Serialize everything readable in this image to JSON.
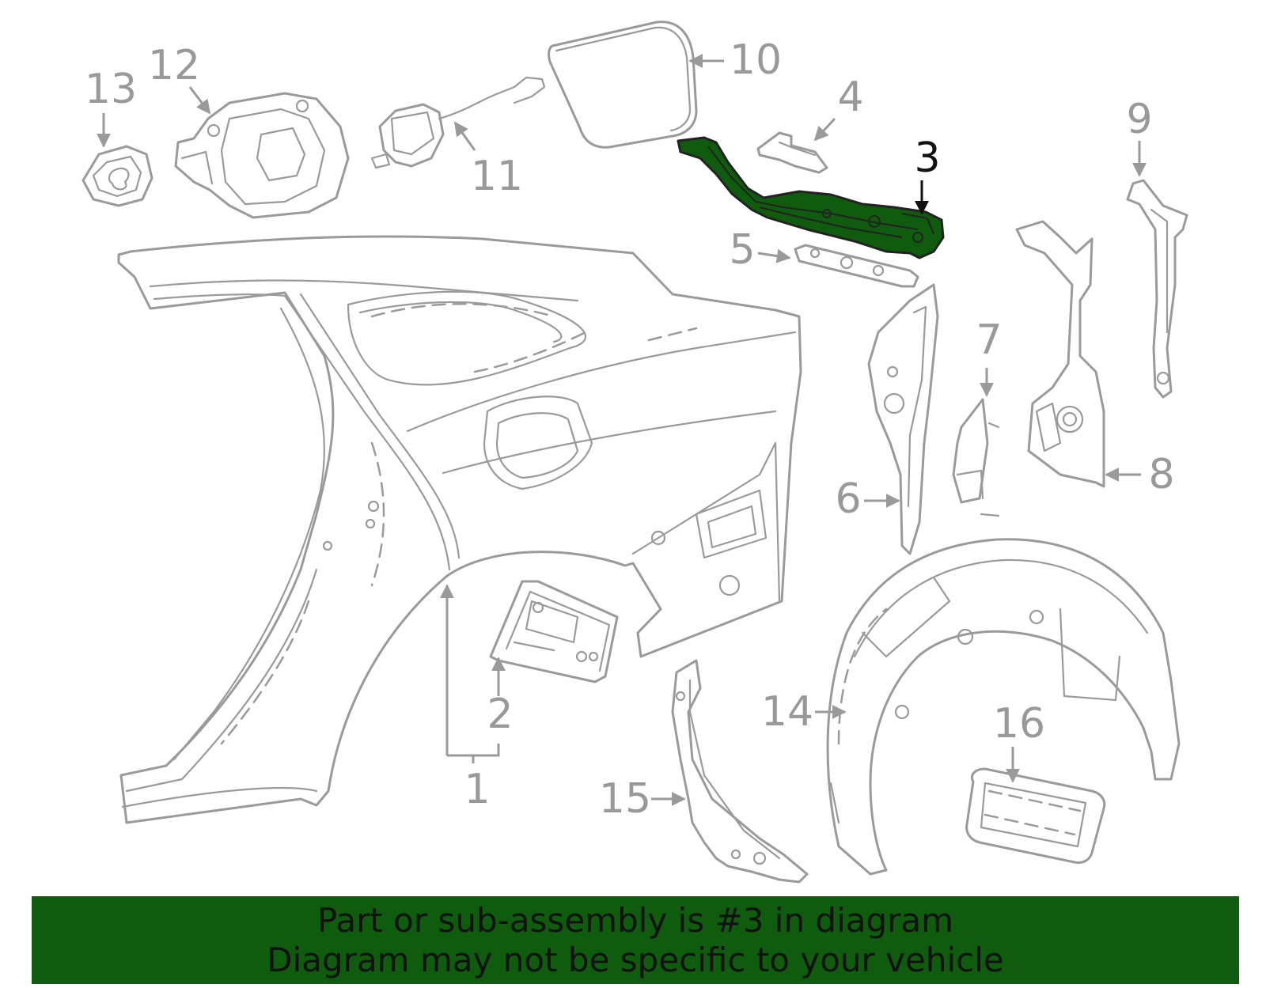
{
  "callouts": {
    "c1": "1",
    "c2": "2",
    "c3": "3",
    "c4": "4",
    "c5": "5",
    "c6": "6",
    "c7": "7",
    "c8": "8",
    "c9": "9",
    "c10": "10",
    "c11": "11",
    "c12": "12",
    "c13": "13",
    "c14": "14",
    "c15": "15",
    "c16": "16"
  },
  "highlight": {
    "part_number": "3",
    "color": "#0f5c0f"
  },
  "colors": {
    "line": "#9a9a9a",
    "banner_bg": "#0f5c0f",
    "banner_text": "#111111"
  },
  "banner": {
    "line1": "Part or sub-assembly is #3 in diagram",
    "line2": "Diagram may not be specific to your vehicle"
  }
}
